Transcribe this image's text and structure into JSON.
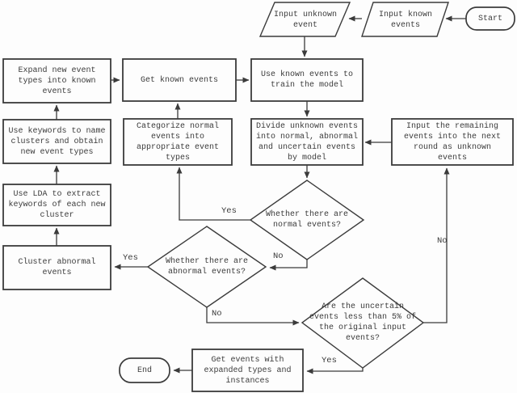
{
  "diagram": {
    "type": "flowchart",
    "description_visible_only": "event classification and expansion flowchart"
  },
  "nodes": {
    "start": {
      "shape": "terminator",
      "label": "Start"
    },
    "input_known": {
      "shape": "parallelogram",
      "label": "Input known\nevents"
    },
    "input_unknown": {
      "shape": "parallelogram",
      "label": "Input unknown\nevent"
    },
    "expand": {
      "shape": "rectangle",
      "label": "Expand new event\ntypes into known\nevents"
    },
    "get_known": {
      "shape": "rectangle",
      "label": "Get known events"
    },
    "use_known": {
      "shape": "rectangle",
      "label": "Use known events to\ntrain the model"
    },
    "use_keywords": {
      "shape": "rectangle",
      "label": "Use keywords to name\nclusters and obtain\nnew event types"
    },
    "categorize": {
      "shape": "rectangle",
      "label": "Categorize normal\nevents into\nappropriate event\ntypes"
    },
    "divide": {
      "shape": "rectangle",
      "label": "Divide unknown events\ninto normal, abnormal\nand uncertain events\nby model"
    },
    "input_remaining": {
      "shape": "rectangle",
      "label": "Input the remaining\nevents into the next\nround as unknown\nevents"
    },
    "use_lda": {
      "shape": "rectangle",
      "label": "Use LDA to extract\nkeywords of each new\ncluster"
    },
    "normal_decision": {
      "shape": "diamond",
      "label": "Whether there are\nnormal events?"
    },
    "cluster": {
      "shape": "rectangle",
      "label": "Cluster abnormal\nevents"
    },
    "abnormal_decision": {
      "shape": "diamond",
      "label": "Whether there are\nabnormal events?"
    },
    "uncertain_decision": {
      "shape": "diamond",
      "label": "Are the uncertain\nevents less than 5% of\nthe original input\nevents?"
    },
    "get_events": {
      "shape": "rectangle",
      "label": "Get events with\nexpanded types and\ninstances"
    },
    "end": {
      "shape": "terminator",
      "label": "End"
    }
  },
  "edges": {
    "start_to_input_known": {
      "from": "start",
      "to": "input_known",
      "label": ""
    },
    "input_known_to_input_unknown": {
      "from": "input_known",
      "to": "input_unknown",
      "label": ""
    },
    "input_unknown_to_use_known": {
      "from": "input_unknown",
      "to": "use_known",
      "label": ""
    },
    "expand_to_get_known": {
      "from": "expand",
      "to": "get_known",
      "label": ""
    },
    "get_known_to_use_known": {
      "from": "get_known",
      "to": "use_known",
      "label": ""
    },
    "use_known_to_divide": {
      "from": "use_known",
      "to": "divide",
      "label": ""
    },
    "divide_to_normal": {
      "from": "divide",
      "to": "normal_decision",
      "label": ""
    },
    "remaining_to_divide": {
      "from": "input_remaining",
      "to": "divide",
      "label": ""
    },
    "normal_yes": {
      "from": "normal_decision",
      "to": "categorize",
      "label": "Yes"
    },
    "normal_no": {
      "from": "normal_decision",
      "to": "abnormal_decision",
      "label": "No"
    },
    "categorize_to_get_known": {
      "from": "categorize",
      "to": "get_known",
      "label": ""
    },
    "use_keywords_to_expand": {
      "from": "use_keywords",
      "to": "expand",
      "label": ""
    },
    "use_lda_to_use_keywords": {
      "from": "use_lda",
      "to": "use_keywords",
      "label": ""
    },
    "cluster_to_use_lda": {
      "from": "cluster",
      "to": "use_lda",
      "label": ""
    },
    "abnormal_yes": {
      "from": "abnormal_decision",
      "to": "cluster",
      "label": "Yes"
    },
    "abnormal_no": {
      "from": "abnormal_decision",
      "to": "uncertain_decision",
      "label": "No"
    },
    "uncertain_yes": {
      "from": "uncertain_decision",
      "to": "get_events",
      "label": "Yes"
    },
    "uncertain_no": {
      "from": "uncertain_decision",
      "to": "input_remaining",
      "label": "No"
    },
    "get_events_to_end": {
      "from": "get_events",
      "to": "end",
      "label": ""
    }
  },
  "colors": {
    "line": "#3b3b3b",
    "text": "#3b3b3b",
    "background": "#fdfdfd"
  }
}
